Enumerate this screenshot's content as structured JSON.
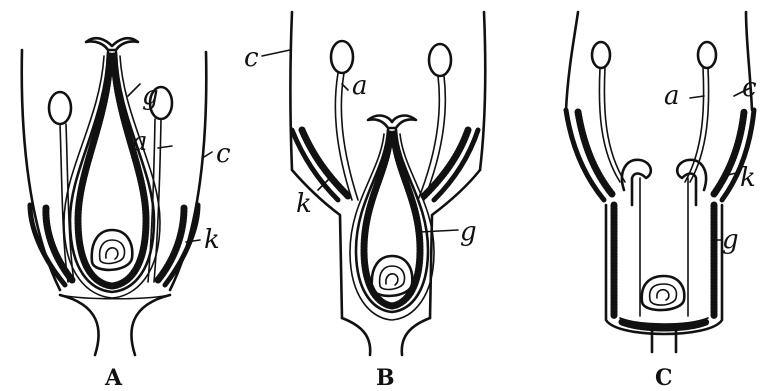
{
  "figure": {
    "panels": [
      {
        "caption": "A",
        "labels": {
          "g": "g",
          "a": "a",
          "c": "c",
          "k": "k"
        }
      },
      {
        "caption": "B",
        "labels": {
          "c": "c",
          "a": "a",
          "k": "k",
          "g": "g"
        }
      },
      {
        "caption": "C",
        "labels": {
          "a": "a",
          "c": "c",
          "k": "k",
          "g": "g"
        }
      }
    ]
  }
}
